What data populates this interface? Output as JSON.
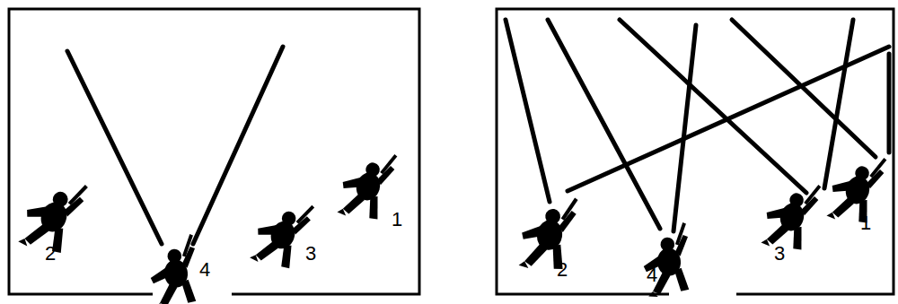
{
  "diagram": {
    "labels": [
      "1",
      "2",
      "4",
      "3",
      "2",
      "4",
      "3",
      "1"
    ]
  }
}
